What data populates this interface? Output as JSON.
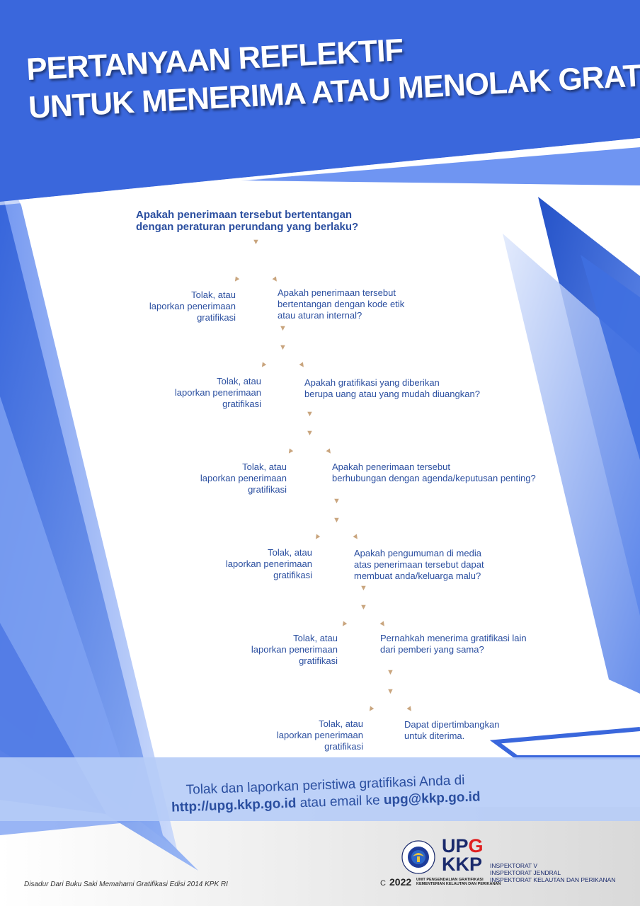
{
  "title": {
    "line1": "PERTANYAAN REFLEKTIF",
    "line2": "UNTUK MENERIMA ATAU MENOLAK GRATIFIKASI"
  },
  "flow": {
    "question0": {
      "line1": "Apakah penerimaan tersebut bertentangan",
      "line2": "dengan peraturan perundang yang berlaku?"
    },
    "steps": [
      {
        "reject": [
          "Tolak, atau",
          "laporkan penerimaan",
          "gratifikasi"
        ],
        "question": [
          "Apakah penerimaan tersebut",
          "bertentangan dengan kode etik",
          "atau aturan internal?"
        ]
      },
      {
        "reject": [
          "Tolak, atau",
          "laporkan penerimaan",
          "gratifikasi"
        ],
        "question": [
          "Apakah gratifikasi yang diberikan",
          "berupa uang atau yang mudah diuangkan?"
        ]
      },
      {
        "reject": [
          "Tolak, atau",
          "laporkan penerimaan",
          "gratifikasi"
        ],
        "question": [
          "Apakah penerimaan tersebut",
          "berhubungan dengan agenda/keputusan penting?"
        ]
      },
      {
        "reject": [
          "Tolak, atau",
          "laporkan penerimaan",
          "gratifikasi"
        ],
        "question": [
          "Apakah pengumuman di media",
          "atas penerimaan tersebut dapat",
          "membuat anda/keluarga malu?"
        ]
      },
      {
        "reject": [
          "Tolak, atau",
          "laporkan penerimaan",
          "gratifikasi"
        ],
        "question": [
          "Pernahkah menerima gratifikasi lain",
          "dari pemberi yang sama?"
        ]
      },
      {
        "reject": [
          "Tolak, atau",
          "laporkan penerimaan",
          "gratifikasi"
        ],
        "question": [
          "Dapat dipertimbangkan",
          "untuk diterima."
        ]
      }
    ]
  },
  "report": {
    "line1": "Tolak dan laporkan peristiwa gratifikasi Anda di",
    "url": "http://upg.kkp.go.id",
    "middle": " atau email ke ",
    "email": "upg@kkp.go.id"
  },
  "footnote": "Disadur Dari Buku Saki Memahami Gratifikasi Edisi 2014 KPK RI",
  "logo": {
    "upg_u": "UP",
    "upg_g": "G",
    "kkp": "KKP",
    "c_mark": "C",
    "year": "2022",
    "upg_full_line1": "UNIT PENGENDALIAN GRATIFIKASI",
    "upg_full_line2": "KEMENTERIAN KELAUTAN DAN PERIKANAN",
    "inspektorat": [
      "INSPEKTORAT V",
      "INSPEKTORAT JENDRAL",
      "INSPEKTORAT KELAUTAN DAN PERIKANAN"
    ]
  },
  "colors": {
    "header_blue": "#3a67dc",
    "text_blue": "#2b4fa0",
    "arrow_tan": "#c9a57e",
    "band_light_blue": "#b6ccf7"
  },
  "icons": {
    "arrow": "arrowhead-icon",
    "emblem": "kkp-emblem-icon"
  }
}
